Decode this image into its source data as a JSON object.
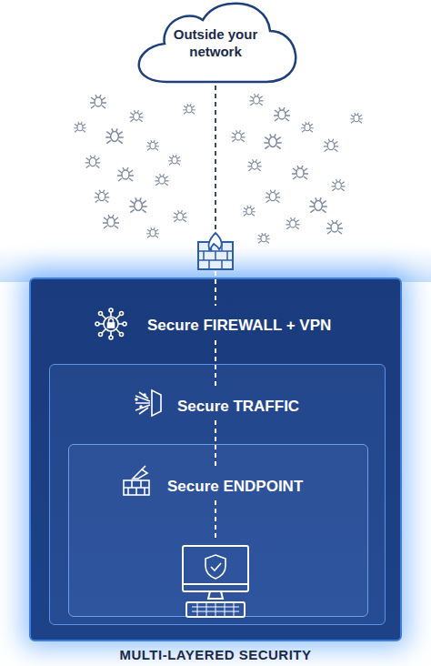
{
  "diagram": {
    "nodes": [
      {
        "text": [
          "Outside your network"
        ]
      },
      {
        "text": [
          "Secure FIREWALL + VPN"
        ]
      },
      {
        "text": [
          "Secure TRAFFIC"
        ],
        "in": 1
      },
      {
        "text": [
          "Secure ENDPOINT"
        ],
        "in": 2
      }
    ],
    "labels": [
      "MULTI-LAYERED SECURITY"
    ]
  }
}
